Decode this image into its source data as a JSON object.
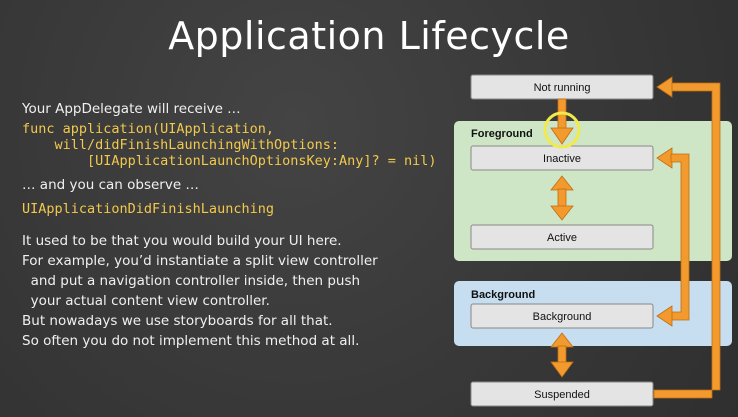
{
  "title": "Application Lifecycle",
  "body": {
    "intro": "Your AppDelegate will receive …",
    "code1": "func application(UIApplication,",
    "code2": "    will/didFinishLaunchingWithOptions:",
    "code3": "        [UIApplicationLaunchOptionsKey:Any]? = nil)",
    "observe": "… and you can observe …",
    "notification": "UIApplicationDidFinishLaunching",
    "p1": "It used to be that you would build your UI here.",
    "p2": "For example, you’d instantiate a split view controller",
    "p3": "  and put a navigation controller inside, then push",
    "p4": "  your actual content view controller.",
    "p5": "But nowadays we use storyboards for all that.",
    "p6": "So often you do not implement this method at all."
  },
  "diagram": {
    "groups": {
      "foreground": "Foreground",
      "background": "Background"
    },
    "states": {
      "not_running": "Not running",
      "inactive": "Inactive",
      "active": "Active",
      "background": "Background",
      "suspended": "Suspended"
    },
    "colors": {
      "foreground_fill": "#cfe6c6",
      "background_fill": "#c6def0",
      "arrow": "#f29a2e",
      "highlight": "#f2e94c",
      "state_fill": "#e4e4e4"
    }
  }
}
